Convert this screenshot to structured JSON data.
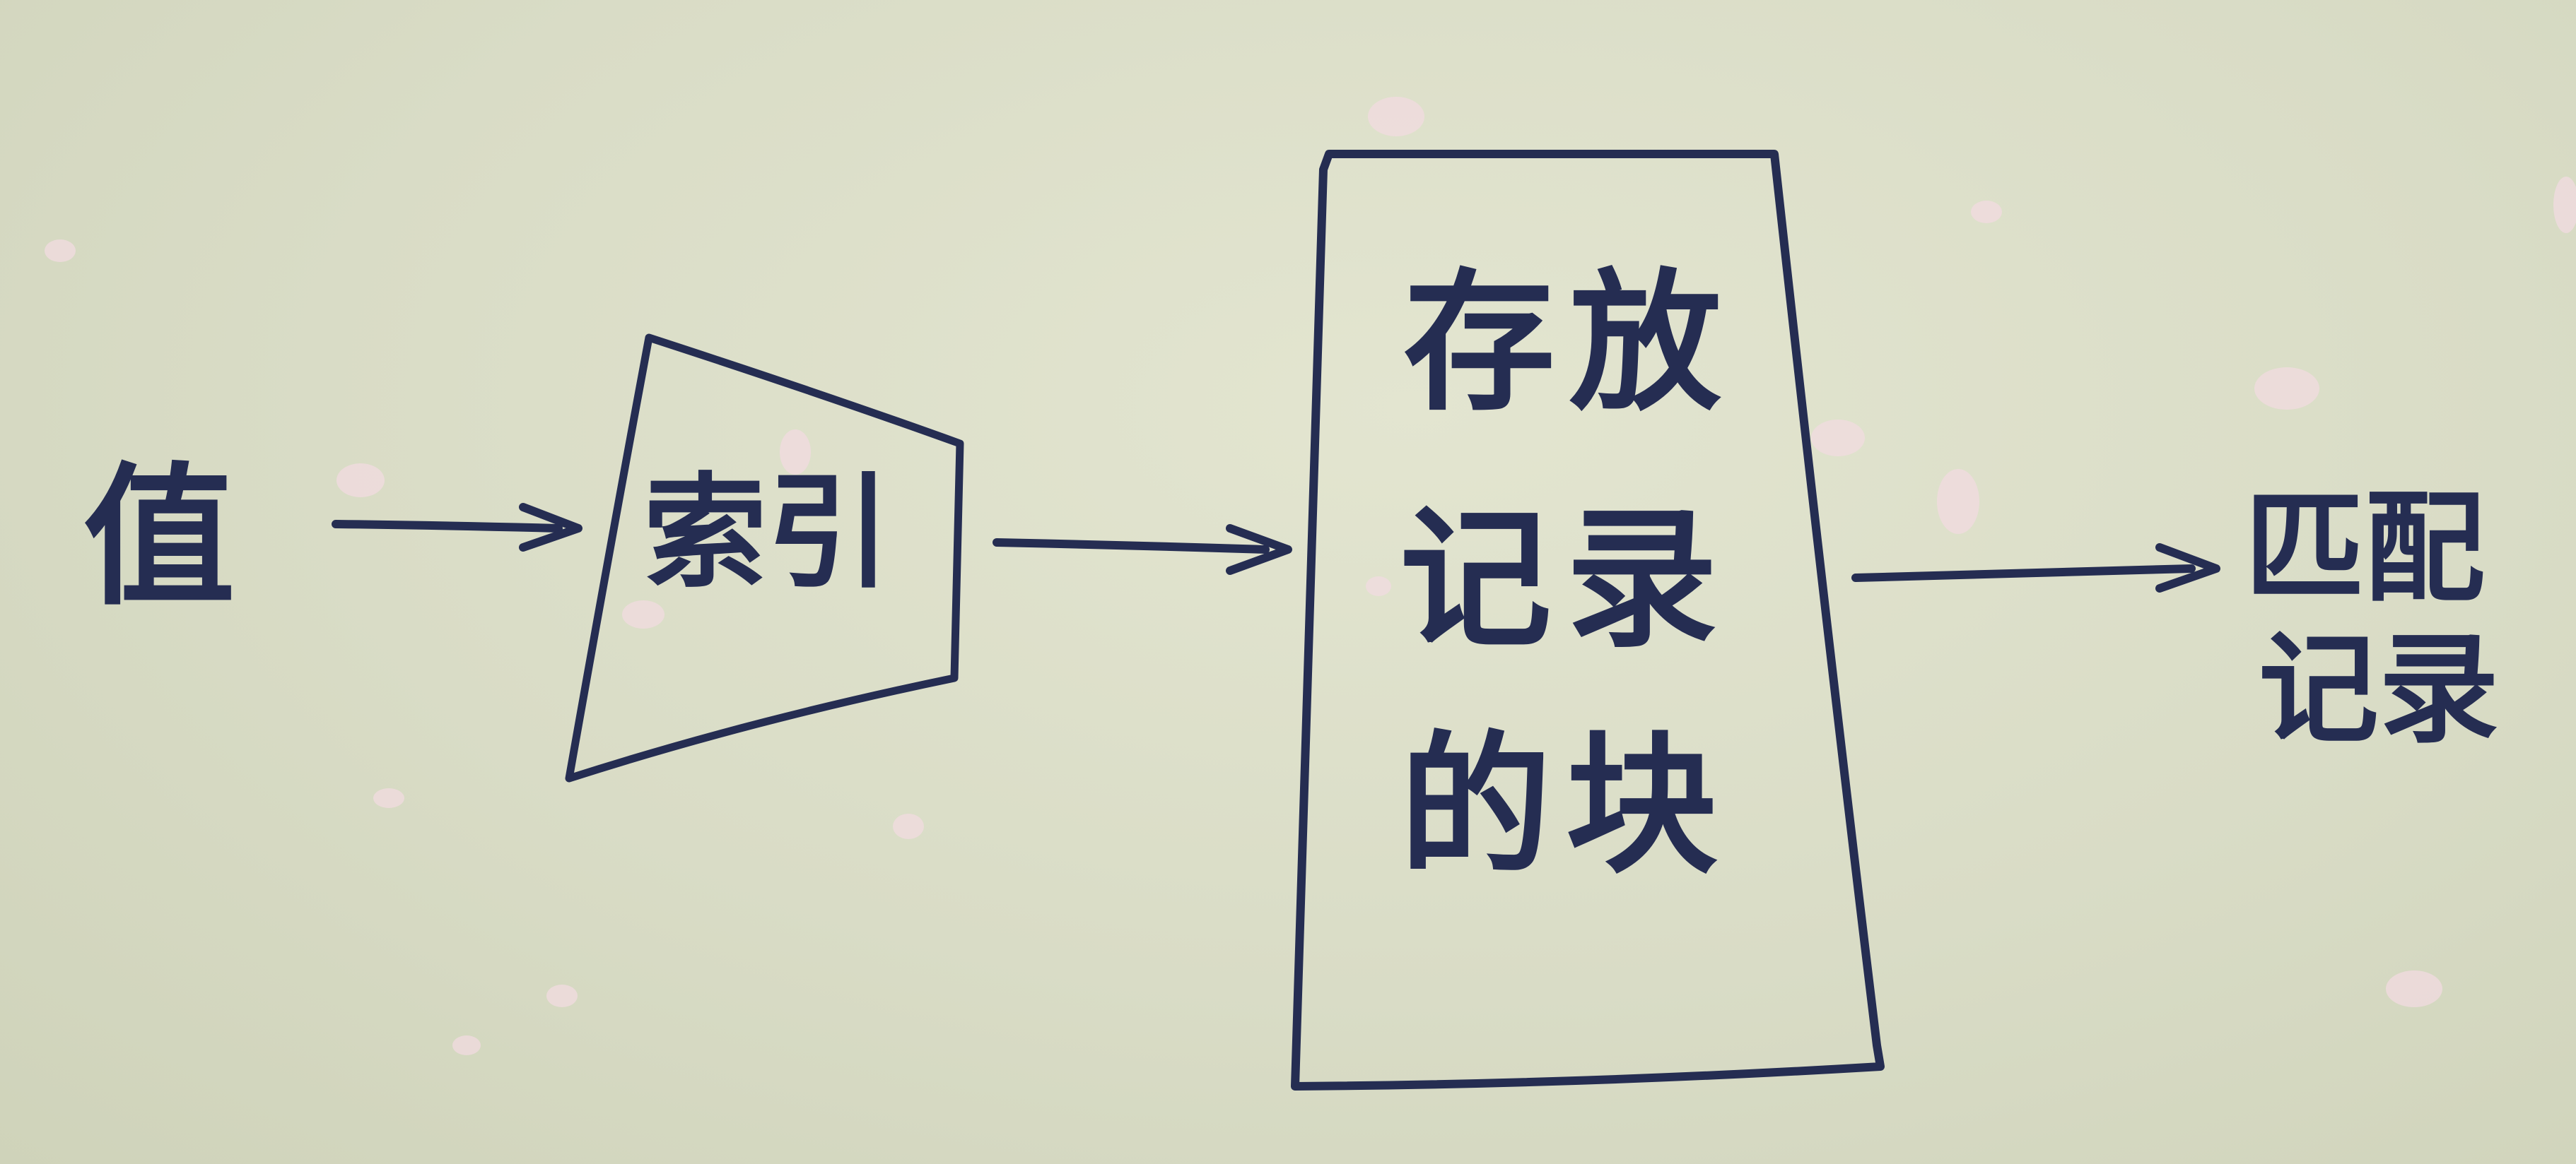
{
  "diagram": {
    "nodes": {
      "value": {
        "label": "值"
      },
      "index": {
        "label": "索引"
      },
      "block": {
        "lines": [
          "存放",
          "记录",
          "的块"
        ]
      },
      "result": {
        "lines": [
          "匹配",
          "记录"
        ]
      }
    },
    "edges": [
      {
        "from": "value",
        "to": "index"
      },
      {
        "from": "index",
        "to": "block"
      },
      {
        "from": "block",
        "to": "result"
      }
    ],
    "colors": {
      "ink": "#252d52",
      "paper": "#d9dcc6",
      "petal": "#f1dbe0"
    }
  }
}
